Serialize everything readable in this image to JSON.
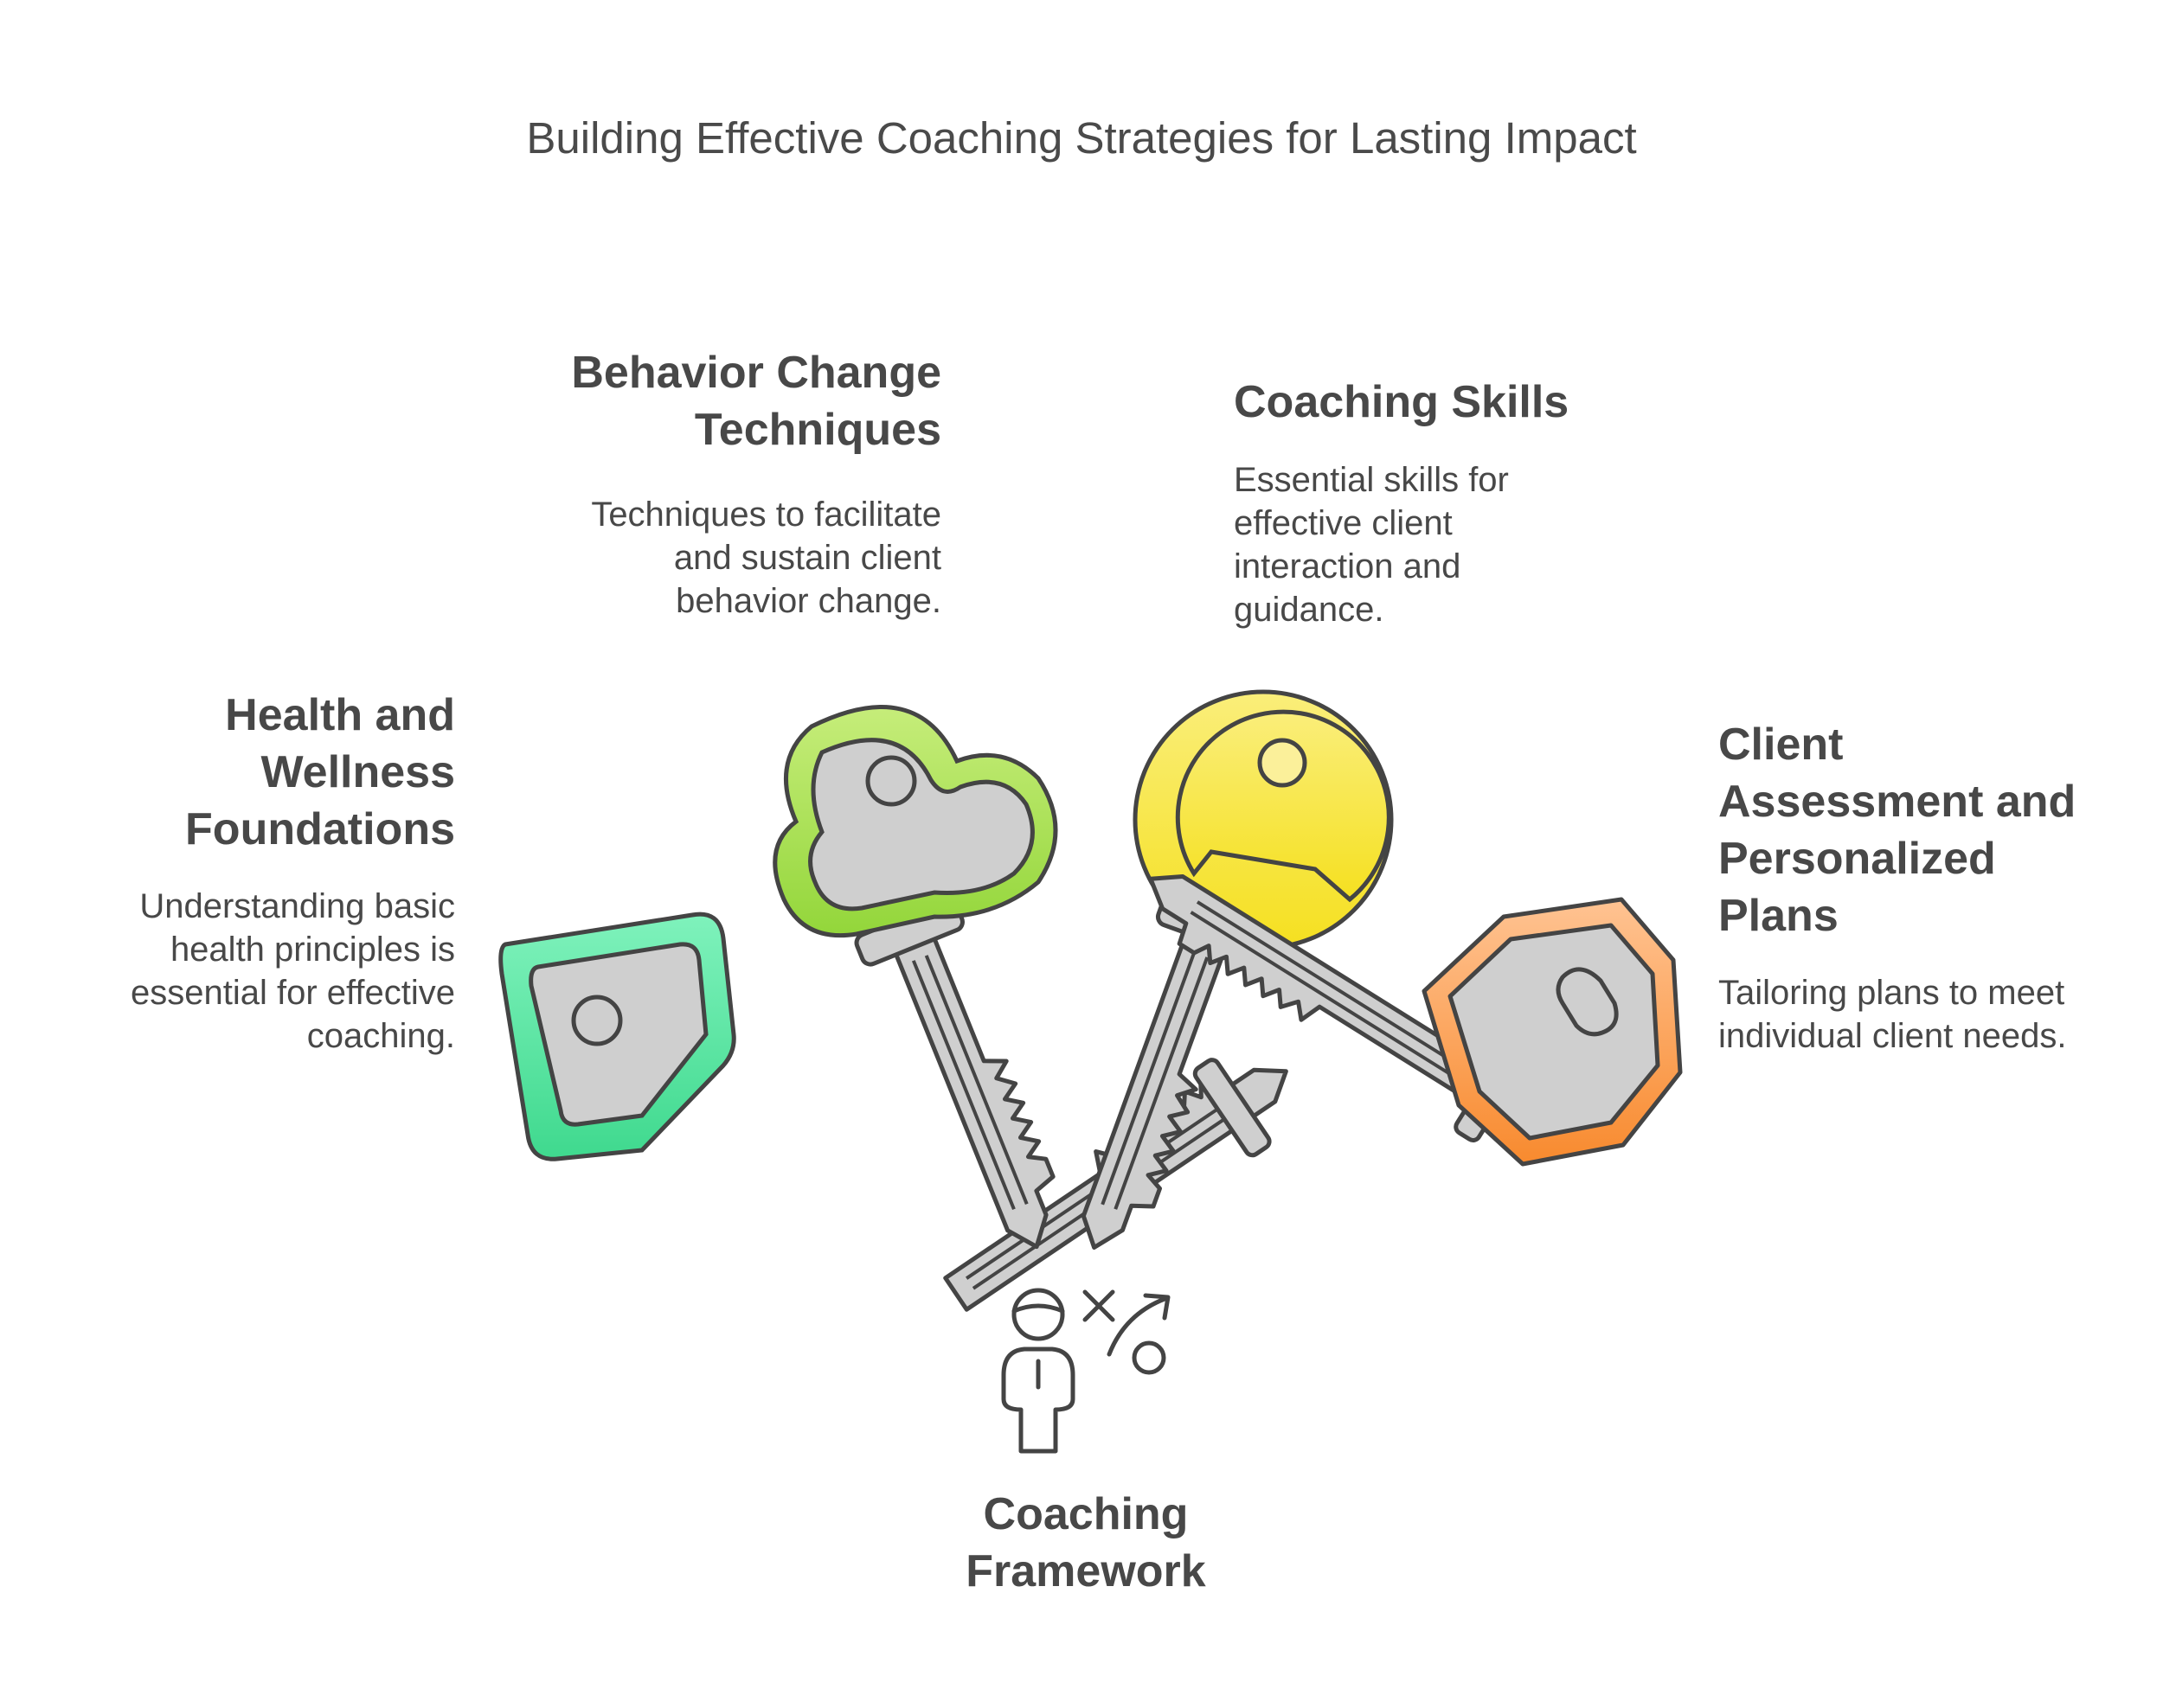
{
  "title": "Building Effective Coaching Strategies for Lasting Impact",
  "center": {
    "label": "Coaching Framework",
    "icon": "coach-strategy-icon"
  },
  "items": [
    {
      "heading": "Health and Wellness Foundations",
      "description": "Understanding basic health principles is essential for effective coaching.",
      "color": "#5EE8A8",
      "icon": "green-square-key-icon"
    },
    {
      "heading": "Behavior Change Techniques",
      "description": "Techniques to facilitate and sustain client behavior change.",
      "color": "#A6DE4E",
      "icon": "lime-cloud-key-icon"
    },
    {
      "heading": "Coaching Skills",
      "description": "Essential skills for effective client interaction and guidance.",
      "color": "#F6E534",
      "icon": "yellow-round-key-icon"
    },
    {
      "heading": "Client Assessment and Personalized Plans",
      "description": "Tailoring plans to meet individual client needs.",
      "color": "#FA9A45",
      "icon": "orange-hexagon-key-icon"
    }
  ]
}
